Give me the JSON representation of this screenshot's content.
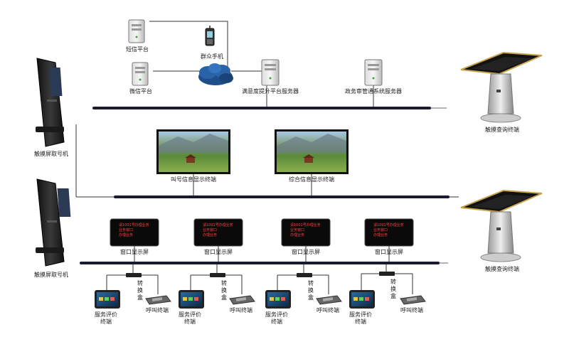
{
  "labels": {
    "sms_platform": "短信平台",
    "public_phone": "群众手机",
    "wechat_platform": "微信平台",
    "satisfaction_server": "满意度提升平台服务器",
    "supervision_server": "政务审管通系统服务器",
    "kiosk_top": "触摸屏取号机",
    "query_top": "触摸查询终端",
    "call_display": "叫号信息显示终端",
    "info_display": "综合信息显示终端",
    "kiosk_bottom": "触摸屏取号机",
    "query_bottom": "触摸查询终端",
    "window_screens": [
      "窗口显示屏",
      "窗口显示屏",
      "窗口显示屏",
      "窗口显示屏"
    ],
    "converter": "转换盒",
    "eval_terminal": "服务评价终端",
    "call_terminal": "呼叫终端"
  },
  "window_screen_text": {
    "line1": "请1001号办理业务",
    "line2": "业务窗口",
    "line3": "办理业务"
  },
  "colors": {
    "bus": "#1a1a2e",
    "cable": "#555555",
    "cloud": "#1e4f8a",
    "kiosk_gold": "#c8a24a",
    "display_red": "#ff3030"
  }
}
